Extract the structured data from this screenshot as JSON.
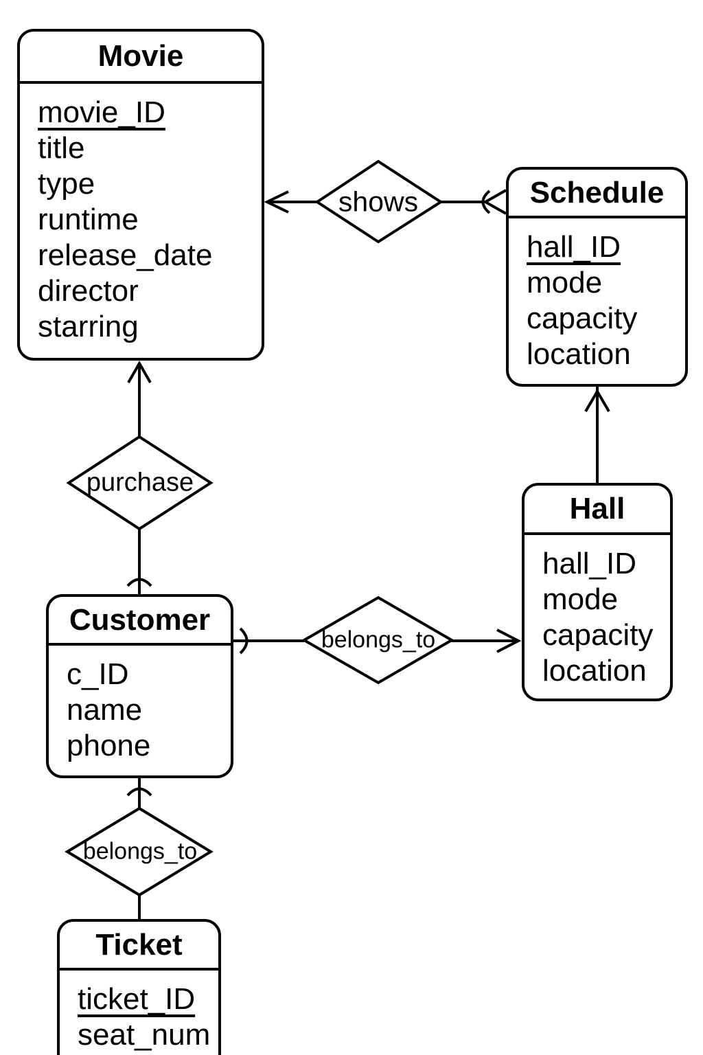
{
  "colors": {
    "background": "#ffffff",
    "line": "#000000",
    "text": "#000000"
  },
  "entities": {
    "movie": {
      "title": "Movie",
      "attributes": [
        "movie_ID",
        "title",
        "type",
        "runtime",
        "release_date",
        "director",
        "starring"
      ],
      "key_attribute": "movie_ID"
    },
    "schedule": {
      "title": "Schedule",
      "attributes": [
        "hall_ID",
        "mode",
        "capacity",
        "location"
      ],
      "key_attribute": "hall_ID"
    },
    "hall": {
      "title": "Hall",
      "attributes": [
        "hall_ID",
        "mode",
        "capacity",
        "location"
      ],
      "key_attribute": ""
    },
    "customer": {
      "title": "Customer",
      "attributes": [
        "c_ID",
        "name",
        "phone"
      ],
      "key_attribute": ""
    },
    "ticket": {
      "title": "Ticket",
      "attributes": [
        "ticket_ID",
        "seat_num"
      ],
      "key_attribute": "ticket_ID"
    }
  },
  "relationships": {
    "shows": {
      "label": "shows",
      "between": [
        "Schedule",
        "Movie"
      ]
    },
    "purchase": {
      "label": "purchase",
      "between": [
        "Customer",
        "Movie"
      ]
    },
    "belongs_to_hall": {
      "label": "belongs_to",
      "between": [
        "Customer",
        "Hall"
      ]
    },
    "belongs_to_ticket": {
      "label": "belongs_to",
      "between": [
        "Customer",
        "Ticket"
      ]
    }
  }
}
